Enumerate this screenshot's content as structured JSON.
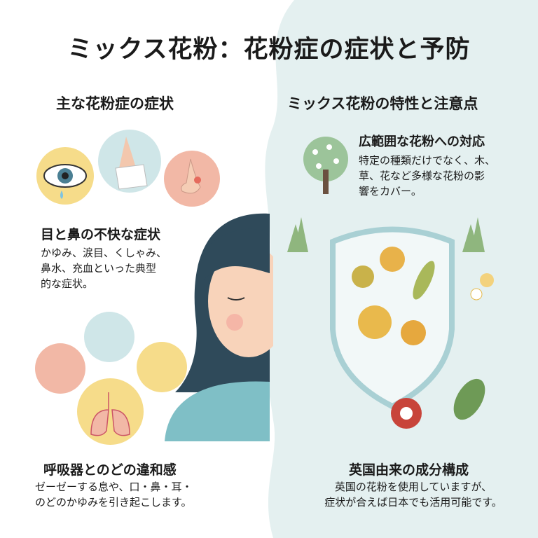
{
  "title": "ミックス花粉：花粉症の症状と予防",
  "left": {
    "heading": "主な花粉症の症状",
    "block1": {
      "title": "目と鼻の不快な症状",
      "lines": [
        "かゆみ、涙目、くしゃみ、",
        "鼻水、充血といった典型",
        "的な症状。"
      ]
    },
    "block2": {
      "title": "呼吸器とのどの違和感",
      "lines": [
        "ゼーゼーする息や、口・鼻・耳・",
        "のどのかゆみを引き起こします。"
      ]
    }
  },
  "right": {
    "heading": "ミックス花粉の特性と注意点",
    "block1": {
      "title": "広範囲な花粉への対応",
      "lines": [
        "特定の種類だけでなく、木、",
        "草、花など多様な花粉の影",
        "響をカバー。"
      ]
    },
    "block2": {
      "title": "英国由来の成分構成",
      "lines": [
        "英国の花粉を使用していますが、",
        "症状が合えば日本でも活用可能です。"
      ]
    }
  },
  "colors": {
    "right_bg": "#e4f0f0",
    "circle_yellow": "#f6dc8a",
    "circle_blue": "#cfe6e8",
    "circle_pink": "#f2b8a6",
    "shield": "#a9d0d4"
  }
}
